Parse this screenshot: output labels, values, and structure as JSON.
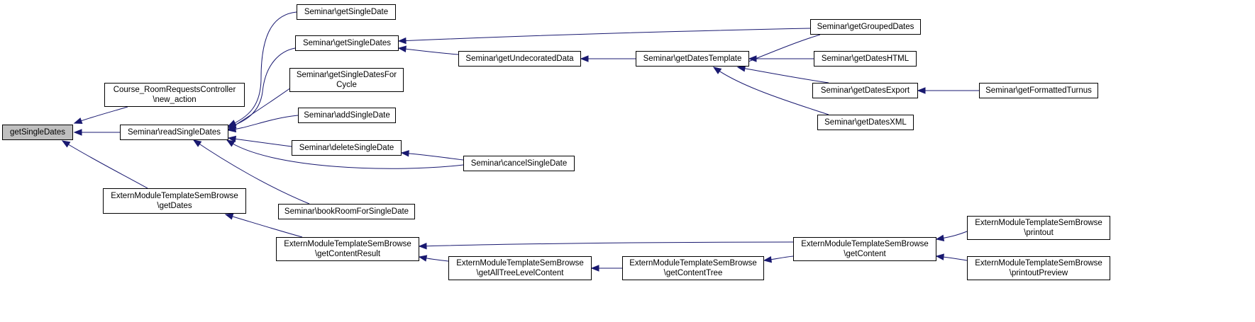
{
  "diagram": {
    "root": {
      "id": "root",
      "lines": [
        "getSingleDates"
      ]
    },
    "nodes": [
      {
        "id": "n_newaction",
        "lines": [
          "Course_RoomRequestsController",
          "\\new_action"
        ]
      },
      {
        "id": "n_readsd",
        "lines": [
          "Seminar\\readSingleDates"
        ]
      },
      {
        "id": "n_getdates",
        "lines": [
          "ExternModuleTemplateSemBrowse",
          "\\getDates"
        ]
      },
      {
        "id": "n_getsd",
        "lines": [
          "Seminar\\getSingleDate"
        ]
      },
      {
        "id": "n_getsds",
        "lines": [
          "Seminar\\getSingleDates"
        ]
      },
      {
        "id": "n_getsdcycle",
        "lines": [
          "Seminar\\getSingleDatesFor",
          "Cycle"
        ]
      },
      {
        "id": "n_addsd",
        "lines": [
          "Seminar\\addSingleDate"
        ]
      },
      {
        "id": "n_delsd",
        "lines": [
          "Seminar\\deleteSingleDate"
        ]
      },
      {
        "id": "n_bookroom",
        "lines": [
          "Seminar\\bookRoomForSingleDate"
        ]
      },
      {
        "id": "n_contentresult",
        "lines": [
          "ExternModuleTemplateSemBrowse",
          "\\getContentResult"
        ]
      },
      {
        "id": "n_undecorated",
        "lines": [
          "Seminar\\getUndecoratedData"
        ]
      },
      {
        "id": "n_cancelsd",
        "lines": [
          "Seminar\\cancelSingleDate"
        ]
      },
      {
        "id": "n_alltree",
        "lines": [
          "ExternModuleTemplateSemBrowse",
          "\\getAllTreeLevelContent"
        ]
      },
      {
        "id": "n_datestemplate",
        "lines": [
          "Seminar\\getDatesTemplate"
        ]
      },
      {
        "id": "n_contenttree",
        "lines": [
          "ExternModuleTemplateSemBrowse",
          "\\getContentTree"
        ]
      },
      {
        "id": "n_grouped",
        "lines": [
          "Seminar\\getGroupedDates"
        ]
      },
      {
        "id": "n_html",
        "lines": [
          "Seminar\\getDatesHTML"
        ]
      },
      {
        "id": "n_export",
        "lines": [
          "Seminar\\getDatesExport"
        ]
      },
      {
        "id": "n_xml",
        "lines": [
          "Seminar\\getDatesXML"
        ]
      },
      {
        "id": "n_content",
        "lines": [
          "ExternModuleTemplateSemBrowse",
          "\\getContent"
        ]
      },
      {
        "id": "n_turnus",
        "lines": [
          "Seminar\\getFormattedTurnus"
        ]
      },
      {
        "id": "n_printout",
        "lines": [
          "ExternModuleTemplateSemBrowse",
          "\\printout"
        ]
      },
      {
        "id": "n_preview",
        "lines": [
          "ExternModuleTemplateSemBrowse",
          "\\printoutPreview"
        ]
      }
    ],
    "edges": [
      [
        "n_newaction",
        "root"
      ],
      [
        "n_readsd",
        "root"
      ],
      [
        "n_getdates",
        "root"
      ],
      [
        "n_getsd",
        "n_readsd"
      ],
      [
        "n_getsds",
        "n_readsd"
      ],
      [
        "n_getsdcycle",
        "n_readsd"
      ],
      [
        "n_addsd",
        "n_readsd"
      ],
      [
        "n_delsd",
        "n_readsd"
      ],
      [
        "n_cancelsd",
        "n_readsd"
      ],
      [
        "n_bookroom",
        "n_readsd"
      ],
      [
        "n_contentresult",
        "n_getdates"
      ],
      [
        "n_grouped",
        "n_getsds"
      ],
      [
        "n_undecorated",
        "n_getsds"
      ],
      [
        "n_cancelsd",
        "n_delsd"
      ],
      [
        "n_datestemplate",
        "n_undecorated"
      ],
      [
        "n_grouped",
        "n_datestemplate"
      ],
      [
        "n_html",
        "n_datestemplate"
      ],
      [
        "n_export",
        "n_datestemplate"
      ],
      [
        "n_xml",
        "n_datestemplate"
      ],
      [
        "n_turnus",
        "n_export"
      ],
      [
        "n_content",
        "n_contentresult"
      ],
      [
        "n_alltree",
        "n_contentresult"
      ],
      [
        "n_contenttree",
        "n_alltree"
      ],
      [
        "n_content",
        "n_contenttree"
      ],
      [
        "n_printout",
        "n_content"
      ],
      [
        "n_preview",
        "n_content"
      ]
    ],
    "colors": {
      "edge": "#191970",
      "border": "#000000",
      "root_fill": "#bfbfbf",
      "node_fill": "#ffffff"
    }
  }
}
